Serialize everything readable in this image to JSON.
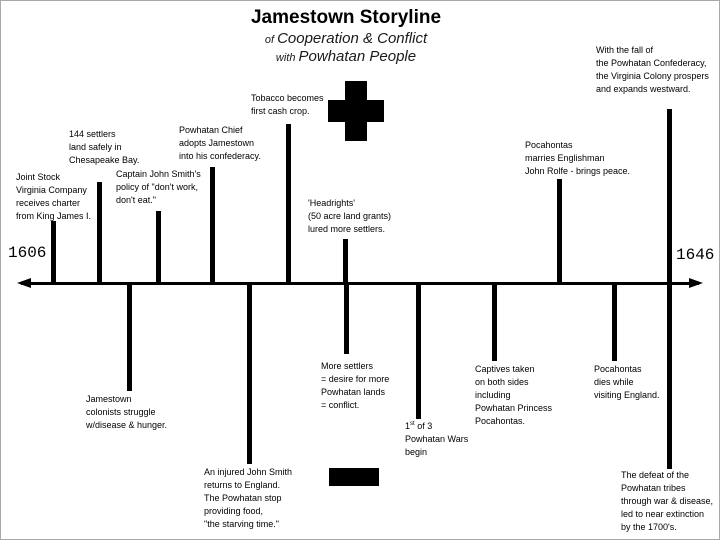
{
  "title": {
    "main": "Jamestown Storyline",
    "line2_prefix": "of ",
    "line2_text": "Cooperation & Conflict",
    "line3_prefix": "with ",
    "line3_text": "Powhatan People"
  },
  "timeline": {
    "start_year": "1606",
    "end_year": "1646"
  },
  "icons": {
    "cooperation": "plus",
    "conflict": "minus"
  },
  "colors": {
    "ink": "#000000",
    "background": "#ffffff"
  },
  "events_above": [
    "Joint Stock\nVirginia Company\nreceives charter\nfrom King James I.",
    "144 settlers\nland safely in\nChesapeake Bay.",
    "Captain John Smith's\npolicy of \"don't work,\ndon't eat.\"",
    "Powhatan Chief\nadopts Jamestown\ninto his confederacy.",
    "Tobacco becomes\nfirst cash crop.",
    "'Headrights'\n(50 acre land grants)\nlured more settlers.",
    "Pocahontas\nmarries Englishman\nJohn Rolfe -  brings peace.",
    "With the fall of\nthe Powhatan Confederacy,\nthe Virginia Colony prospers\nand expands westward."
  ],
  "events_below": [
    "Jamestown\ncolonists struggle\nw/disease & hunger.",
    "An injured John Smith\nreturns to England.\nThe Powhatan stop\nproviding food,\n\"the starving time.\"",
    "More settlers\n= desire  for more\nPowhatan lands\n= conflict.",
    {
      "pre": "1",
      "sup": "st",
      "post": " of 3\nPowhatan Wars\nbegin"
    },
    "Captives taken\non both sides\nincluding\nPowhatan Princess\nPocahontas.",
    "Pocahontas\ndies  while\nvisiting England.",
    "The defeat of the\nPowhatan tribes\nthrough war & disease,\nled to near extinction\nby the 1700's."
  ]
}
